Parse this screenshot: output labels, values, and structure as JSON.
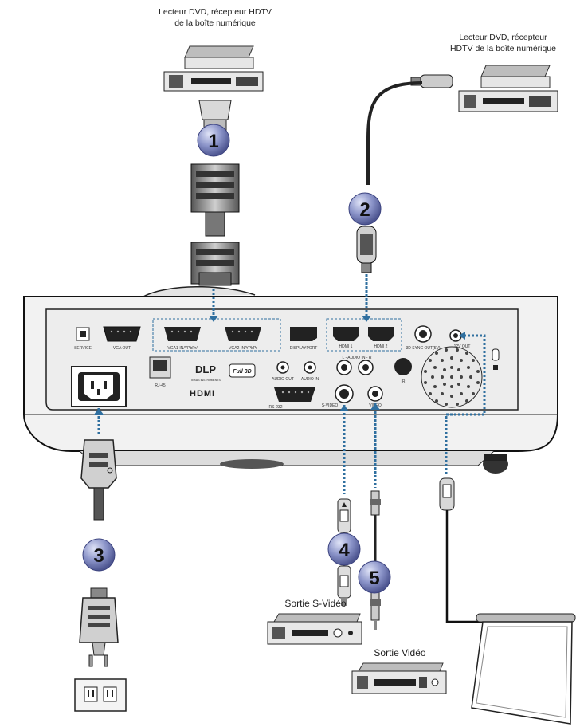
{
  "labels": {
    "source_top_line1": "Lecteur DVD, récepteur HDTV",
    "source_top_line2": "de la boîte numérique",
    "source_right_line1": "Lecteur DVD, récepteur",
    "source_right_line2": "HDTV de la boîte numérique",
    "svideo_out": "Sortie S-Vidéo",
    "video_out": "Sortie Vidéo"
  },
  "callouts": [
    "1",
    "2",
    "3",
    "4",
    "5"
  ],
  "ports": {
    "service": "SERVICE",
    "vga_out": "VGA OUT",
    "vga1_in": "VGA1-IN/YPbPr/",
    "vga2_in": "VGA2-IN/YPbPr",
    "displayport": "DISPLAYPORT",
    "hdmi1": "HDMI 1",
    "hdmi2": "HDMI 2",
    "sync_3d": "3D SYNC OUT(5V)",
    "out_12v": "12V OUT",
    "rj45": "RJ-45",
    "audio_out": "AUDIO OUT",
    "audio_in": "AUDIO IN",
    "audio_lr": "L - AUDIO IN - R",
    "ir": "IR",
    "rs232": "RS-232",
    "svideo": "S-VIDEO",
    "video": "VIDEO"
  },
  "logos": {
    "dlp": "DLP",
    "ti": "TEXAS INSTRUMENTS",
    "full3d": "Full 3D",
    "hdmi": "HDMI"
  },
  "colors": {
    "callout_fill": "#8a93c8",
    "connector_dots": "#2f6f9f",
    "device_body": "#e6e6e6",
    "device_dark": "#222222"
  }
}
